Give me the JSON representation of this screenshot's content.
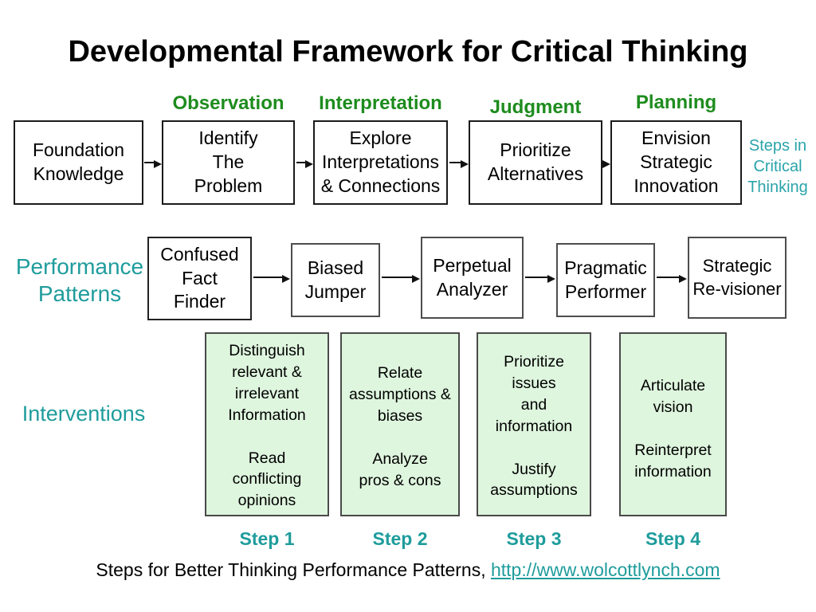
{
  "title": "Developmental Framework for Critical Thinking",
  "stage_labels": [
    "Observation",
    "Interpretation",
    "Judgment",
    "Planning"
  ],
  "critical_thinking_steps": {
    "boxes": [
      "Foundation\nKnowledge",
      "Identify\nThe\nProblem",
      "Explore\nInterpretations\n& Connections",
      "Prioritize\nAlternatives",
      "Envision\nStrategic\nInnovation"
    ],
    "side_label": "Steps in\nCritical\nThinking"
  },
  "performance_patterns": {
    "label": "Performance\nPatterns",
    "boxes": [
      "Confused\nFact\nFinder",
      "Biased\nJumper",
      "Perpetual\nAnalyzer",
      "Pragmatic\nPerformer",
      "Strategic\nRe-visioner"
    ]
  },
  "interventions": {
    "label": "Interventions",
    "boxes": [
      "Distinguish\nrelevant &\nirrelevant\nInformation\n\nRead\nconflicting\nopinions",
      "Relate\nassumptions &\nbiases\n\nAnalyze\npros & cons",
      "Prioritize\nissues\nand\ninformation\n\nJustify\nassumptions",
      "Articulate\nvision\n\nReinterpret\ninformation"
    ]
  },
  "step_labels": [
    "Step 1",
    "Step 2",
    "Step 3",
    "Step 4"
  ],
  "footer": {
    "text": "Steps for Better Thinking Performance Patterns, ",
    "link": "http://www.wolcottlynch.com"
  },
  "colors": {
    "stage_green": "#1e8c1e",
    "teal": "#1f9c9c",
    "side_label_teal": "#2aa4aa",
    "intervention_fill": "#def5de",
    "box_border": "#1a1a1a",
    "background": "#ffffff"
  }
}
